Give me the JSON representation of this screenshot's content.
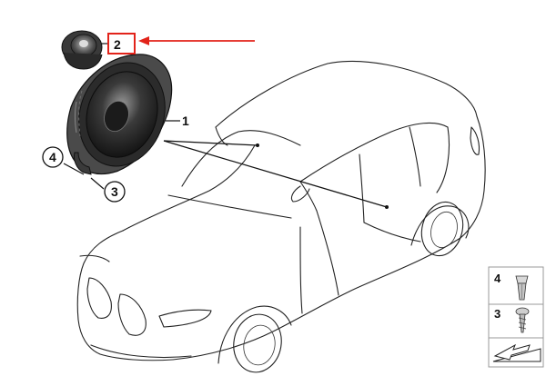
{
  "callouts": {
    "part_1": "1",
    "part_2": "2",
    "part_3": "3",
    "part_4": "4"
  },
  "legend": {
    "item_4": "4",
    "item_3": "3"
  },
  "colors": {
    "highlight": "#e2231a",
    "line": "#222222",
    "speaker_dark": "#2b2b2b",
    "speaker_mid": "#6b6b6b",
    "legend_border": "#999999"
  },
  "icons": [
    "tweeter-icon",
    "speaker-icon",
    "clip-nut-icon",
    "screw-icon",
    "arrow-sheet-icon"
  ]
}
